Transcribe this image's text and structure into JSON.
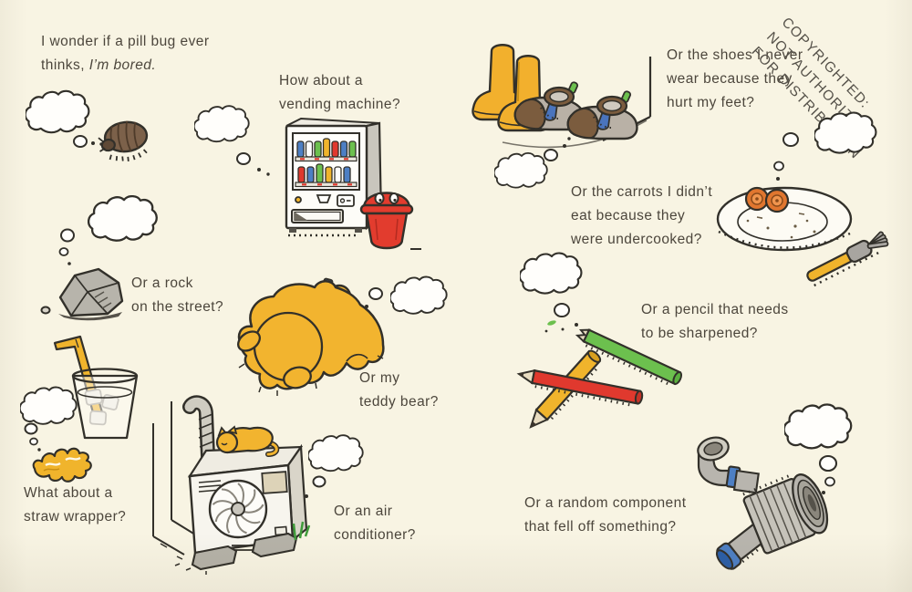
{
  "page": {
    "description": "Picture-book spread: objects wondering if they are bored",
    "background_color": "#f8f4e3"
  },
  "watermark": {
    "line1": "COPYRIGHTED:",
    "line2": "NOT AUTHORIZED",
    "line3": "FOR DISTRIBUTION"
  },
  "captions": {
    "pill_bug": {
      "line1": "I wonder if a pill bug ever",
      "line2_prefix": "thinks, ",
      "line2_italic": "I’m bored."
    },
    "vending": {
      "line1": "How about a",
      "line2": "vending machine?"
    },
    "shoes": {
      "line1": "Or the shoes I never",
      "line2": "wear because they",
      "line3": "hurt my feet?"
    },
    "carrots": {
      "line1": "Or the carrots I didn’t",
      "line2": "eat because they",
      "line3": "were undercooked?"
    },
    "rock": {
      "line1": "Or a rock",
      "line2": "on the street?"
    },
    "teddy": {
      "line1": "Or my",
      "line2": "teddy bear?"
    },
    "pencil": {
      "line1": "Or a pencil that needs",
      "line2": "to be sharpened?"
    },
    "straw": {
      "line1": "What about a",
      "line2": "straw wrapper?"
    },
    "air_conditioner": {
      "line1": "Or an air",
      "line2": "conditioner?"
    },
    "component": {
      "line1": "Or a random component",
      "line2": "that fell off something?"
    }
  },
  "colors": {
    "outline": "#32302a",
    "text": "#4c463c",
    "yellow": "#f0b42c",
    "red": "#e0392e",
    "green": "#6cc04e",
    "blue": "#4a74bd",
    "dark_blue": "#2b5ea7",
    "orange": "#e0762f",
    "gray": "#b7b4ab",
    "brown": "#7b5c3e",
    "bug_brown": "#7c614a",
    "cream": "#f8f4e3"
  }
}
